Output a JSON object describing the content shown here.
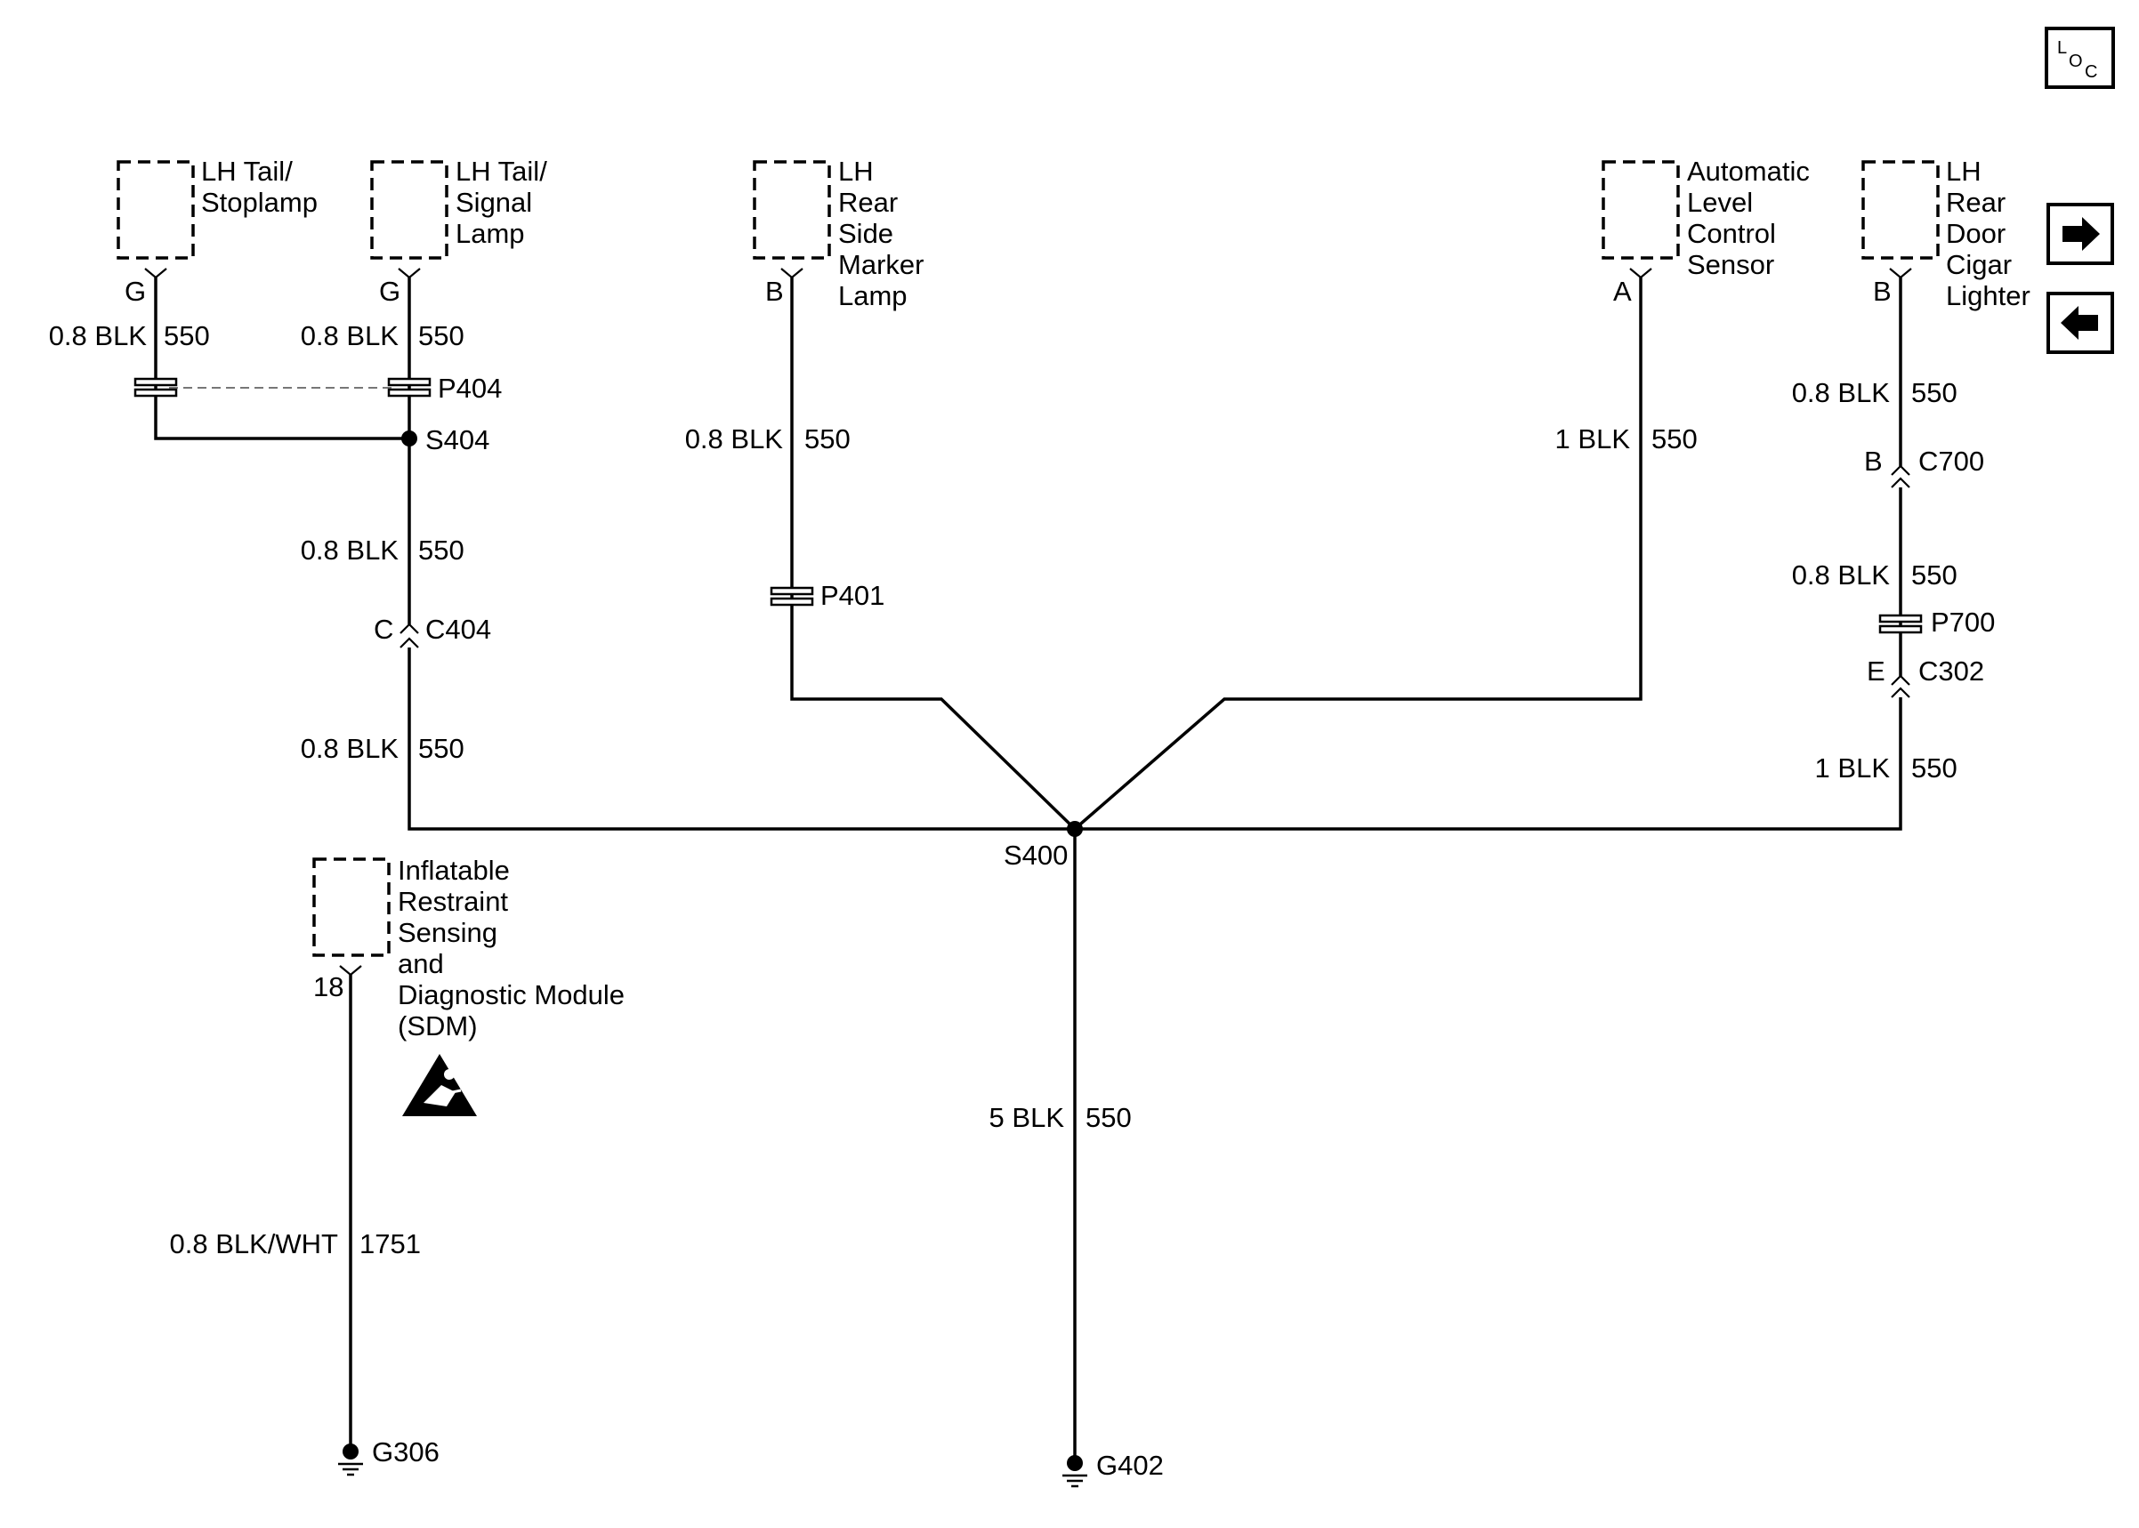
{
  "components": {
    "lh_tail_stoplamp": {
      "lines": [
        "LH Tail/",
        "Stoplamp"
      ],
      "pin": "G"
    },
    "lh_tail_signal_lamp": {
      "lines": [
        "LH Tail/",
        "Signal",
        "Lamp"
      ],
      "pin": "G"
    },
    "lh_rear_side_marker": {
      "lines": [
        "LH",
        "Rear",
        "Side",
        "Marker",
        "Lamp"
      ],
      "pin": "B"
    },
    "auto_level_sensor": {
      "lines": [
        "Automatic",
        "Level",
        "Control",
        "Sensor"
      ],
      "pin": "A"
    },
    "lh_rear_door_cigar": {
      "lines": [
        "LH",
        "Rear",
        "Door",
        "Cigar",
        "Lighter"
      ],
      "pin": "B"
    },
    "sdm": {
      "lines": [
        "Inflatable",
        "Restraint",
        "Sensing",
        "and",
        "Diagnostic Module",
        "(SDM)"
      ],
      "pin": "18"
    }
  },
  "wires": {
    "stoplamp_down": {
      "gauge": "0.8 BLK",
      "circuit": "550"
    },
    "signal_down": {
      "gauge": "0.8 BLK",
      "circuit": "550"
    },
    "s404_c404": {
      "gauge": "0.8 BLK",
      "circuit": "550"
    },
    "c404_s400": {
      "gauge": "0.8 BLK",
      "circuit": "550"
    },
    "marker_down": {
      "gauge": "0.8 BLK",
      "circuit": "550"
    },
    "sensor_down": {
      "gauge": "1 BLK",
      "circuit": "550"
    },
    "cigar_top": {
      "gauge": "0.8 BLK",
      "circuit": "550"
    },
    "cigar_mid": {
      "gauge": "0.8 BLK",
      "circuit": "550"
    },
    "cigar_bottom": {
      "gauge": "1 BLK",
      "circuit": "550"
    },
    "s400_ground": {
      "gauge": "5 BLK",
      "circuit": "550"
    },
    "sdm_ground": {
      "gauge": "0.8 BLK/WHT",
      "circuit": "1751"
    }
  },
  "connectors": {
    "p404": "P404",
    "p401": "P401",
    "p700": "P700",
    "c404": {
      "name": "C404",
      "pin": "C"
    },
    "c700": {
      "name": "C700",
      "pin": "B"
    },
    "c302": {
      "name": "C302",
      "pin": "E"
    }
  },
  "splices": {
    "s404": "S404",
    "s400": "S400"
  },
  "grounds": {
    "g306": "G306",
    "g402": "G402"
  },
  "legend": {
    "loc": [
      "L",
      "O",
      "C"
    ]
  },
  "nav": {
    "next_icon": "arrow-right-icon",
    "prev_icon": "arrow-left-icon"
  },
  "badges": {
    "sdm_warning_icon": "airbag-warning-icon"
  }
}
